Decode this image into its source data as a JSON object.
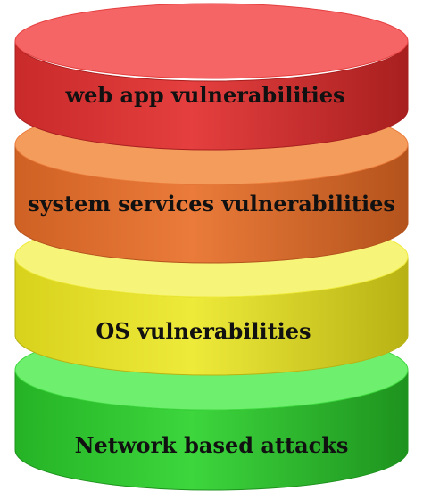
{
  "diagram": {
    "layers": [
      {
        "label": "web app vulnerabilities",
        "colors": {
          "top": "#f56565",
          "side_light": "#e53f3f",
          "side_dark": "#c92a2a",
          "edge": "#a81f1f"
        }
      },
      {
        "label": "system services vulnerabilities",
        "colors": {
          "top": "#f49c5c",
          "side_light": "#ea7b3a",
          "side_dark": "#cf6124",
          "edge": "#b4531c"
        }
      },
      {
        "label": "OS vulnerabilities",
        "colors": {
          "top": "#f7f47a",
          "side_light": "#eeea3a",
          "side_dark": "#d8d21c",
          "edge": "#b8b214"
        }
      },
      {
        "label": "Network based attacks",
        "colors": {
          "top": "#6ef06e",
          "side_light": "#3dd63d",
          "side_dark": "#25b325",
          "edge": "#1e931e"
        }
      }
    ]
  }
}
